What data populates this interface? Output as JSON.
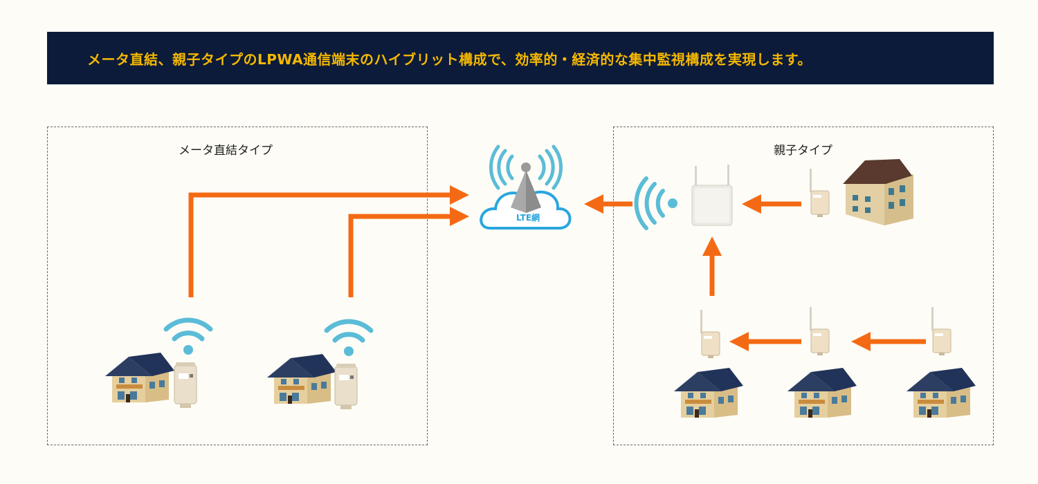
{
  "banner": {
    "text": "メータ直結、親子タイプのLPWA通信端末のハイブリット構成で、効率的・経済的な集中監視構成を実現します。"
  },
  "groups": {
    "left": {
      "label": "メータ直結タイプ"
    },
    "right": {
      "label": "親子タイプ"
    }
  },
  "network": {
    "label": "LTE網"
  },
  "colors": {
    "banner_bg": "#0c1b3a",
    "banner_text": "#f5b800",
    "arrow": "#f46a14",
    "signal": "#5bbcd8",
    "cloud": "#2aa6dd"
  },
  "icons": [
    "house-icon",
    "apartment-icon",
    "meter-device-icon",
    "gateway-icon",
    "wifi-icon",
    "antenna-tower-icon",
    "cloud-icon"
  ]
}
